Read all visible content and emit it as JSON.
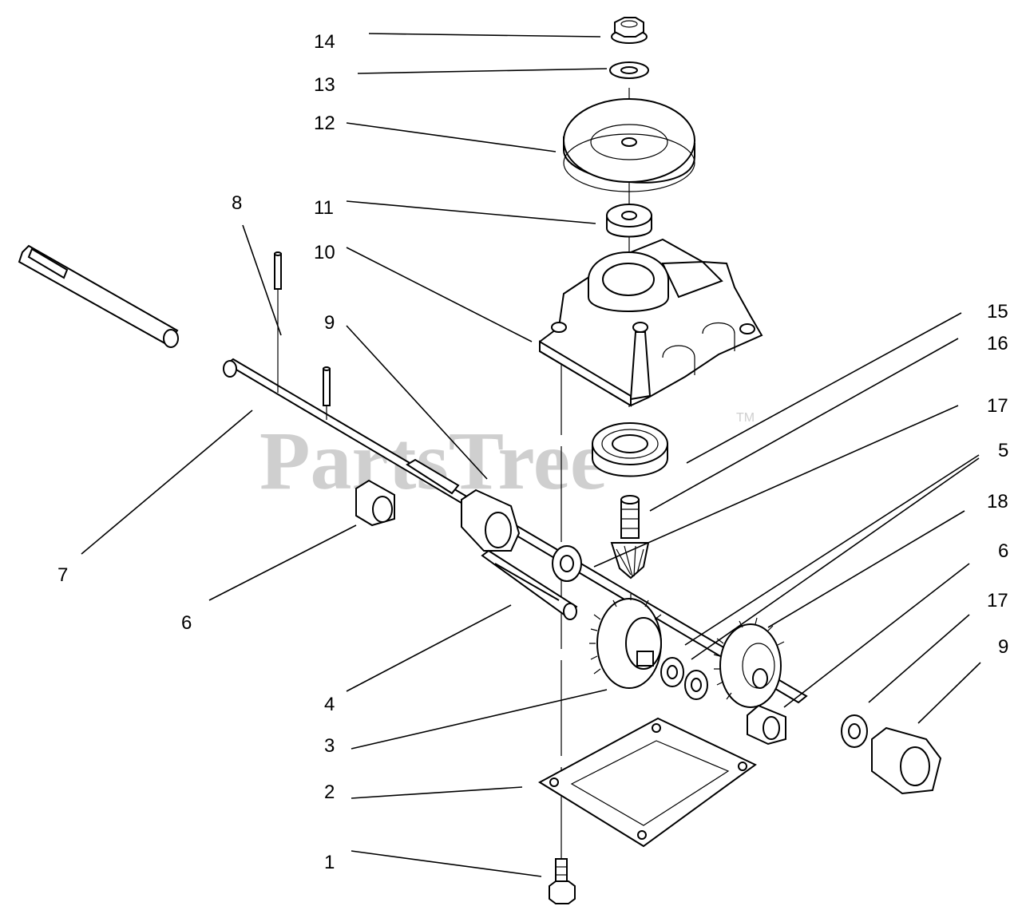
{
  "watermark": {
    "text": "PartsTree",
    "tm": "TM"
  },
  "callouts": {
    "c14": "14",
    "c13": "13",
    "c12": "12",
    "c11": "11",
    "c10": "10",
    "c9a": "9",
    "c8": "8",
    "c7": "7",
    "c6a": "6",
    "c4": "4",
    "c3": "3",
    "c2": "2",
    "c1": "1",
    "c15": "15",
    "c16": "16",
    "c17a": "17",
    "c5": "5",
    "c18": "18",
    "c6b": "6",
    "c17b": "17",
    "c9b": "9"
  },
  "parts": [
    "hex-flange-nut",
    "washer",
    "pulley",
    "spacer",
    "gear-case-cover",
    "bearing",
    "input-shaft",
    "pinion-gear",
    "gear",
    "gasket",
    "bolt",
    "axle-shaft",
    "pin",
    "bushing",
    "thrust-washer",
    "idler-shaft"
  ]
}
